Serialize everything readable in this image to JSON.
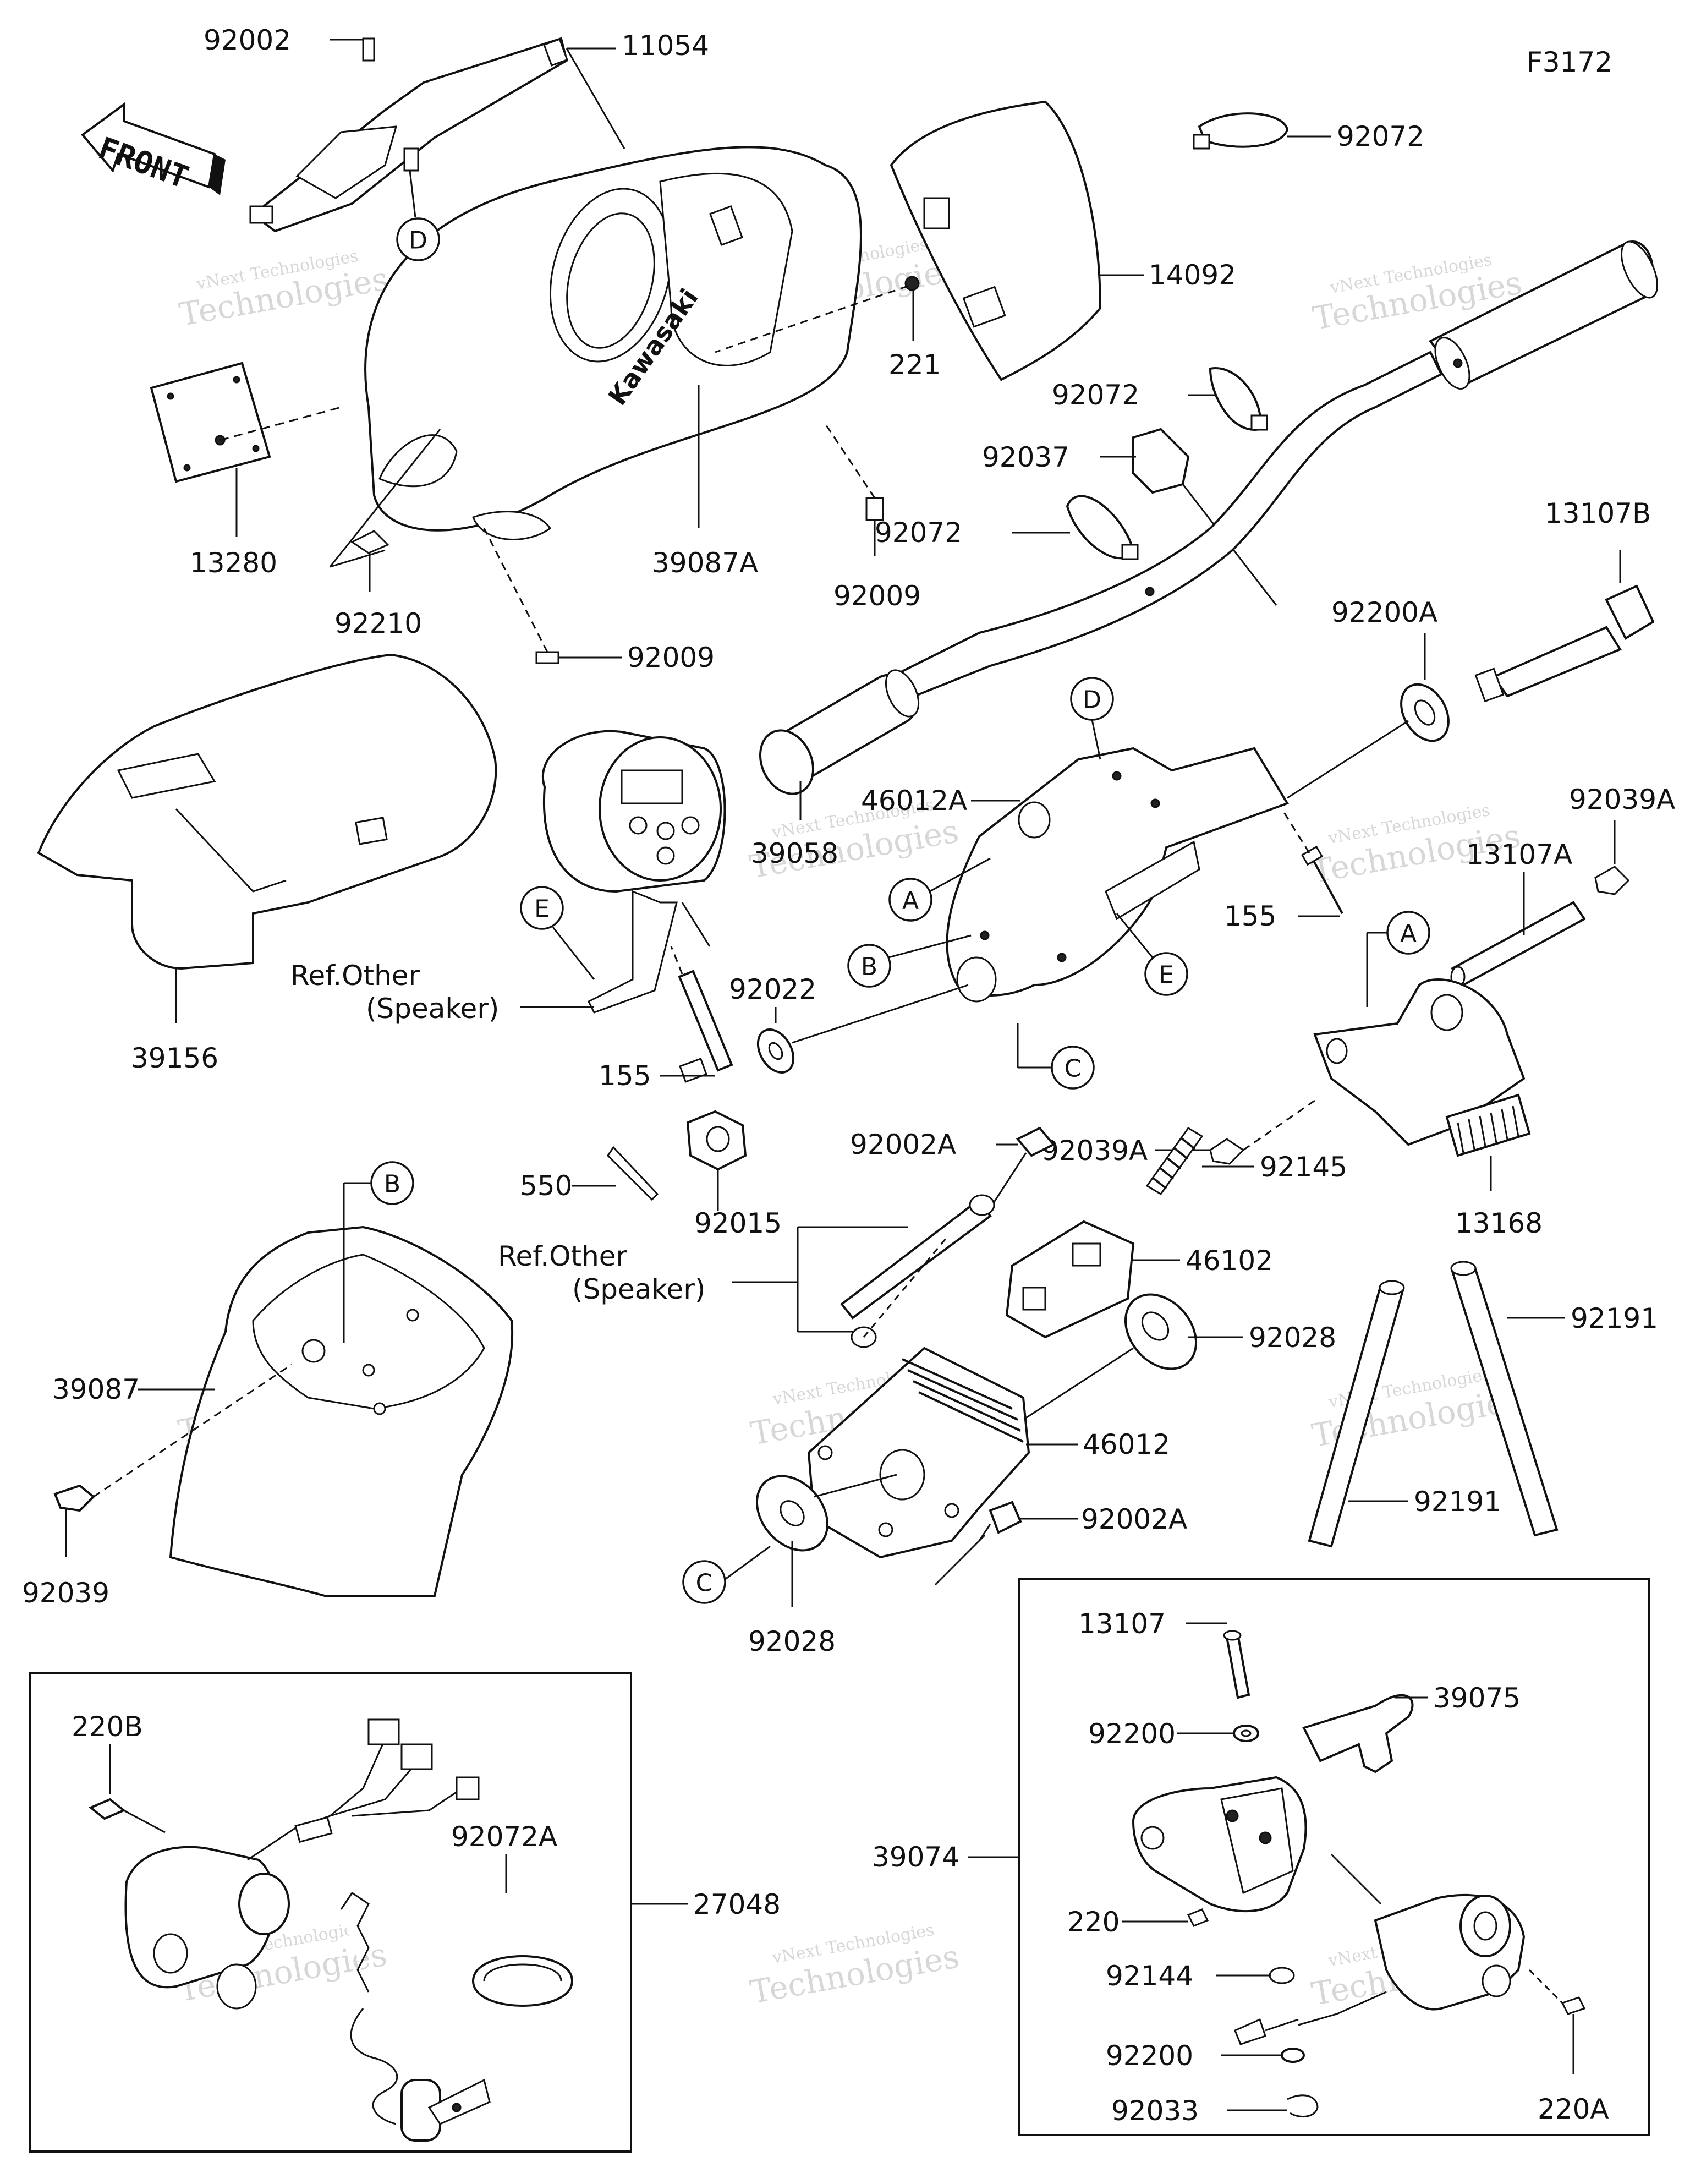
{
  "figure_id": "F3172",
  "front_label": "FRONT",
  "brand_mark": "Kawasaki",
  "watermark": {
    "line1": "vNext Technologies",
    "line2": "Technologies"
  },
  "part_labels": {
    "p92002": "92002",
    "p11054": "11054",
    "p92072_a": "92072",
    "p14092": "14092",
    "p221": "221",
    "p92072_b": "92072",
    "p92037": "92037",
    "p92072_c": "92072",
    "p13280": "13280",
    "p92210": "92210",
    "p39087A": "39087A",
    "p92009_a": "92009",
    "p92009_b": "92009",
    "p13107B": "13107B",
    "p92200A": "92200A",
    "p46012A": "46012A",
    "p39058": "39058",
    "p92039A_a": "92039A",
    "p13107A": "13107A",
    "p155_a": "155",
    "p155_b": "155",
    "p39156": "39156",
    "p92022": "92022",
    "p92039A_b": "92039A",
    "p13168": "13168",
    "p92002A_a": "92002A",
    "p92145": "92145",
    "p550": "550",
    "p92015": "92015",
    "p46102": "46102",
    "p92028_a": "92028",
    "p92191_a": "92191",
    "p92191_b": "92191",
    "p39087": "39087",
    "p46012": "46012",
    "p92002A_b": "92002A",
    "p92039": "92039",
    "p92028_b": "92028",
    "p13107": "13107",
    "p39075": "39075",
    "p92200_a": "92200",
    "p39074": "39074",
    "p220": "220",
    "p92144": "92144",
    "p92200_b": "92200",
    "p92033": "92033",
    "p220A": "220A",
    "p220B": "220B",
    "p92072A": "92072A",
    "p27048": "27048"
  },
  "ref_notes": {
    "ref1_line1": "Ref.Other",
    "ref1_line2": "(Speaker)",
    "ref2_line1": "Ref.Other",
    "ref2_line2": "(Speaker)"
  },
  "callouts": {
    "D_top": "D",
    "D_mid": "D",
    "A_left": "A",
    "B_left": "B",
    "C_mid": "C",
    "E_right": "E",
    "E_left": "E",
    "A_right": "A",
    "B_low": "B",
    "C_low": "C"
  }
}
